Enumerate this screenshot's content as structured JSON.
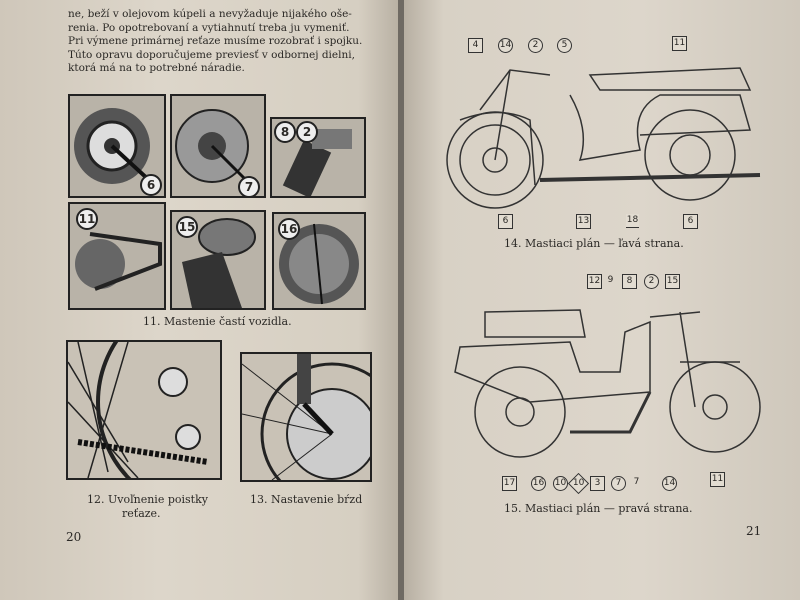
{
  "left_page": {
    "paragraph_lines": [
      "ne, beží v olejovom kúpeli a nevyžaduje nijakého oše-",
      "renia. Po opotrebovaní a vytiahnutí treba ju vymeniť.",
      "Pri výmene primárnej reťaze musíme rozobrať i spojku.",
      "Túto opravu doporučujeme previesť v odbornej dielni,",
      "ktorá má na to potrebné náradie."
    ],
    "panel_numbers": [
      "6",
      "7",
      "8",
      "2",
      "11",
      "15",
      "16"
    ],
    "figure_11_caption": "11. Mastenie častí vozidla.",
    "figure_12_caption_line1": "12. Uvoľnenie poistky",
    "figure_12_caption_line2": "reťaze.",
    "figure_13_caption": "13. Nastavenie bŕzd",
    "page_number": "20"
  },
  "right_page": {
    "figure_14": {
      "callouts": [
        "4",
        "14",
        "2",
        "5",
        "11",
        "6",
        "13",
        "18",
        "6"
      ],
      "caption": "14. Mastiaci plán — ľavá strana."
    },
    "figure_15": {
      "top_callouts": [
        "12",
        "9",
        "8",
        "2",
        "15"
      ],
      "bottom_callouts": [
        "17",
        "16",
        "10",
        "10",
        "3",
        "7",
        "7",
        "14",
        "11"
      ],
      "caption": "15. Mastiaci plán — pravá strana."
    },
    "page_number": "21"
  }
}
